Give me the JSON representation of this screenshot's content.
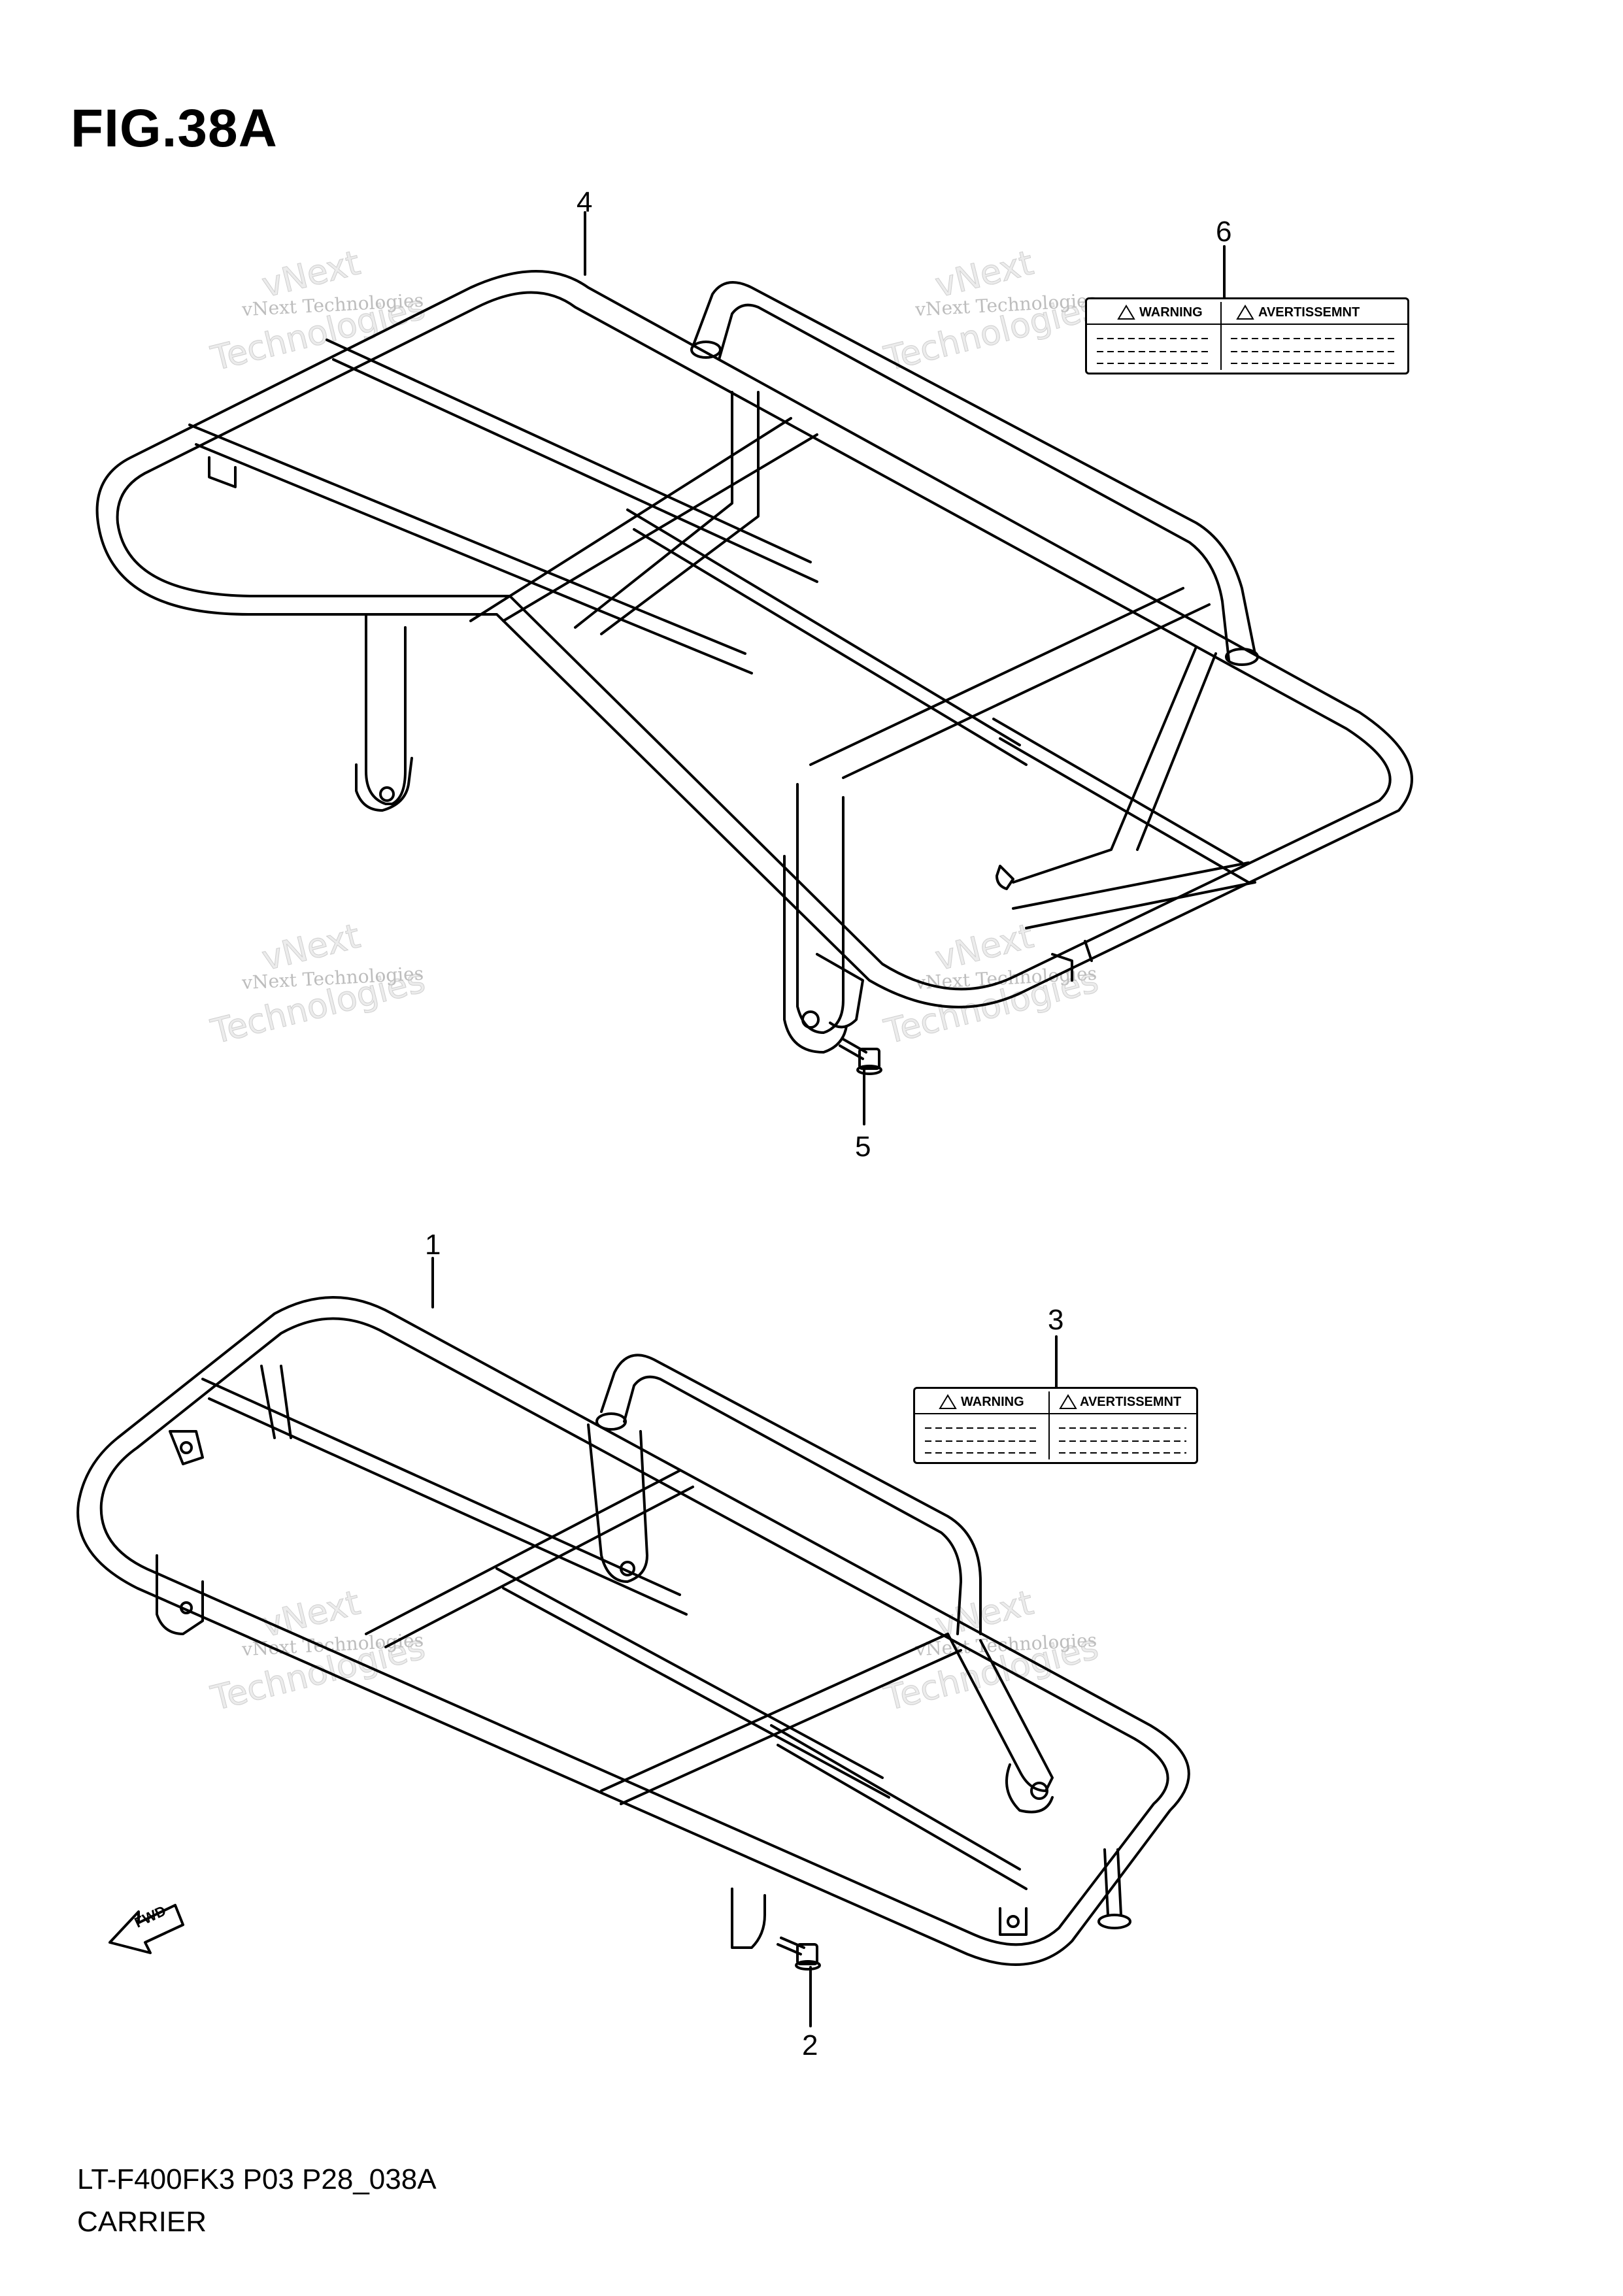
{
  "figure": {
    "title": "FIG.38A"
  },
  "callouts": {
    "part1": "1",
    "part2": "2",
    "part3": "3",
    "part4": "4",
    "part5": "5",
    "part6": "6"
  },
  "warning_label": {
    "warning": "WARNING",
    "avertissement": "AVERTISSEMNT"
  },
  "fwd_arrow": {
    "text": "FWD"
  },
  "footer": {
    "code": "LT-F400FK3 P03 P28_038A",
    "name": "CARRIER"
  },
  "watermark": {
    "line_small": "vNext Technologies",
    "line_big1": "vNext",
    "line_big2": "Technologies"
  }
}
